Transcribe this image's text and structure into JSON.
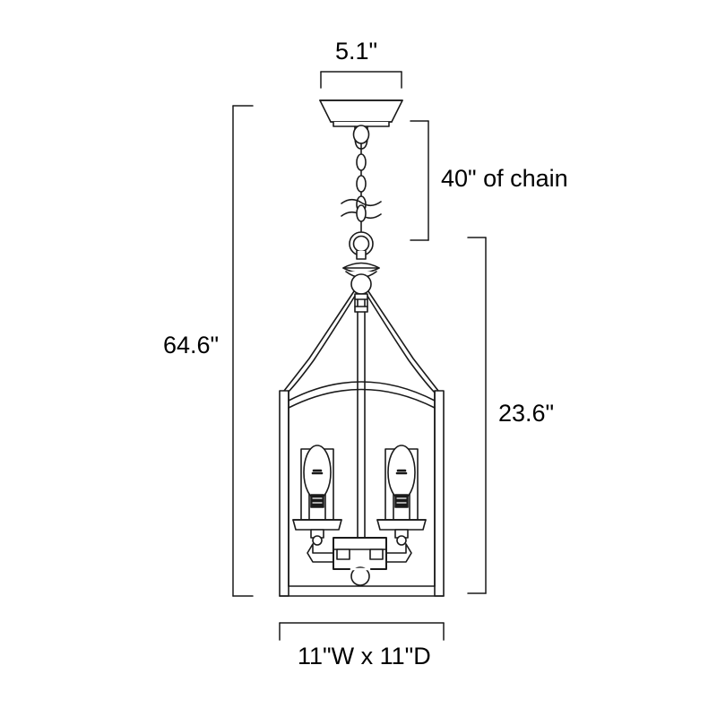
{
  "drawing": {
    "type": "technical-dimension-drawing",
    "subject": "lantern pendant light fixture",
    "stroke_color": "#1a1a1a",
    "fill_color": "#ffffff",
    "background": "#ffffff"
  },
  "dimensions": {
    "canopy_width": "5.1\"",
    "chain_length": "40\" of chain",
    "overall_height": "64.6\"",
    "fixture_body_height": "23.6\"",
    "footprint": "11\"W x 11\"D"
  },
  "parts": {
    "canopy": "canopy",
    "hook": "canopy-hook",
    "chain": "chain",
    "break_symbol": "chain-break-symbol",
    "ring": "suspension-ring",
    "finial": "decorative-finial",
    "ball": "ball-joint",
    "frame": "lantern-frame",
    "crown": "ogee-crown",
    "arch": "inner-arch",
    "post_left": "frame-post-left",
    "post_right": "frame-post-right",
    "bulb_left": "candelabra-bulb-left",
    "bulb_right": "candelabra-bulb-right",
    "socket_left": "socket-left",
    "socket_right": "socket-right",
    "bobeche_left": "bobeche-left",
    "bobeche_right": "bobeche-right",
    "arm_left": "arm-left",
    "arm_right": "arm-right",
    "hub": "center-hub",
    "bottom_finial": "bottom-ball-finial",
    "center_rod": "center-rod"
  }
}
